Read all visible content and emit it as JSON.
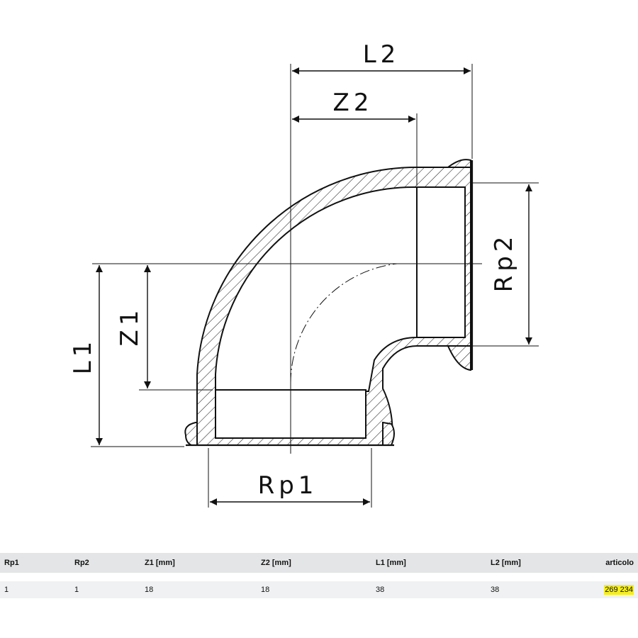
{
  "diagram": {
    "labels": {
      "L2": "L2",
      "Z2": "Z2",
      "Rp2": "Rp2",
      "L1": "L1",
      "Z1": "Z1",
      "Rp1": "Rp1"
    }
  },
  "table": {
    "headers": [
      "Rp1",
      "Rp2",
      "Z1 [mm]",
      "Z2 [mm]",
      "L1 [mm]",
      "L2 [mm]",
      "articolo"
    ],
    "rows": [
      [
        "1",
        "1",
        "18",
        "18",
        "38",
        "38",
        "269 234"
      ]
    ]
  },
  "colors": {
    "highlight": "#f5ee22",
    "header_bg": "#e3e5e6",
    "row_bg": "#eff1f2"
  }
}
